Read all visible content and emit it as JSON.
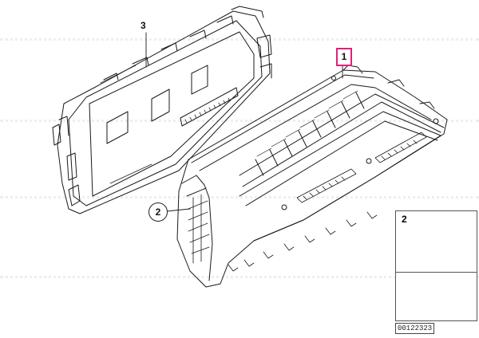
{
  "callouts": {
    "part_1": "1",
    "part_2": "2",
    "part_3": "3"
  },
  "inset": {
    "label": "2"
  },
  "part_number": "00122323",
  "colors": {
    "line": "#1a1a1a",
    "highlight_box": "#e0207a",
    "watermark": "#eeeeee"
  }
}
